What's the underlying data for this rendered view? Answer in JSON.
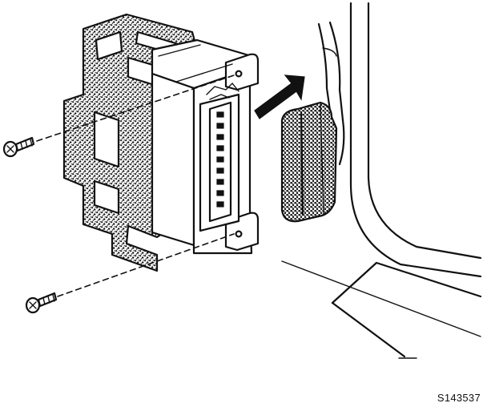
{
  "figure": {
    "id": "S143537",
    "colors": {
      "ink": "#111111",
      "background": "#ffffff",
      "stipple": "#111111"
    },
    "icons": [
      "mounting-bracket",
      "control-module",
      "mounting-screw",
      "connector-plug",
      "direction-arrow",
      "vehicle-panel"
    ]
  }
}
